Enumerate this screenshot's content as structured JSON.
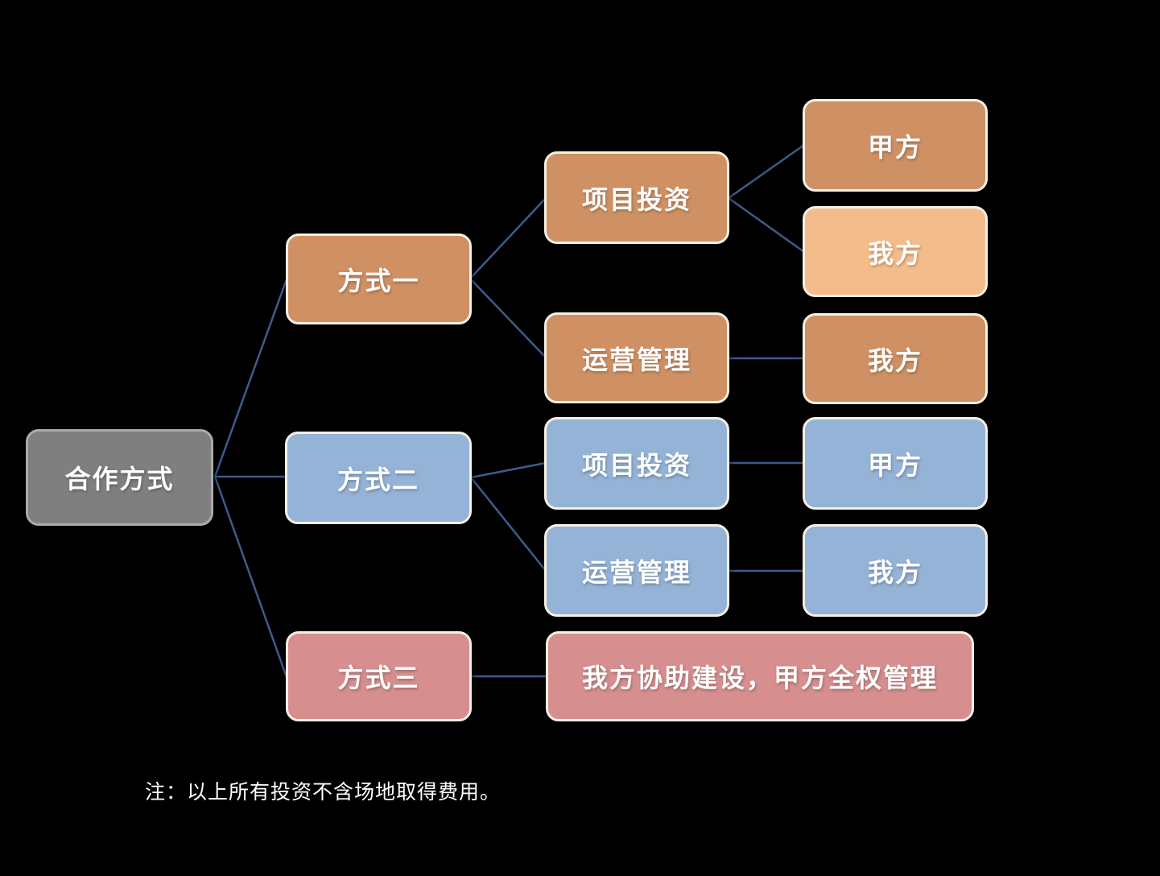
{
  "diagram_title": "合作方式",
  "colors": {
    "background": "#000000",
    "gray": "#7f7f7f",
    "gray_border": "#ababab",
    "orange": "#cf9164",
    "orange_light": "#f4bc8a",
    "blue": "#95b3d7",
    "pink": "#d68e8e",
    "line": "#3d5c8c",
    "box_border": "#f5f0e4",
    "text": "#ffffff"
  },
  "nodes": {
    "root": "合作方式",
    "m1": "方式一",
    "m2": "方式二",
    "m3": "方式三",
    "m1_invest": "项目投资",
    "m1_ops": "运营管理",
    "m1_invest_party_a": "甲方",
    "m1_invest_us": "我方",
    "m1_ops_us": "我方",
    "m2_invest": "项目投资",
    "m2_ops": "运营管理",
    "m2_invest_party_a": "甲方",
    "m2_ops_us": "我方",
    "m3_summary": "我方协助建设，甲方全权管理"
  },
  "edges": [
    [
      "root",
      "m1"
    ],
    [
      "root",
      "m2"
    ],
    [
      "root",
      "m3"
    ],
    [
      "m1",
      "m1_invest"
    ],
    [
      "m1",
      "m1_ops"
    ],
    [
      "m1_invest",
      "m1_invest_party_a"
    ],
    [
      "m1_invest",
      "m1_invest_us"
    ],
    [
      "m1_ops",
      "m1_ops_us"
    ],
    [
      "m2",
      "m2_invest"
    ],
    [
      "m2",
      "m2_ops"
    ],
    [
      "m2_invest",
      "m2_invest_party_a"
    ],
    [
      "m2_ops",
      "m2_ops_us"
    ],
    [
      "m3",
      "m3_summary"
    ]
  ],
  "note": "注：以上所有投资不含场地取得费用。"
}
